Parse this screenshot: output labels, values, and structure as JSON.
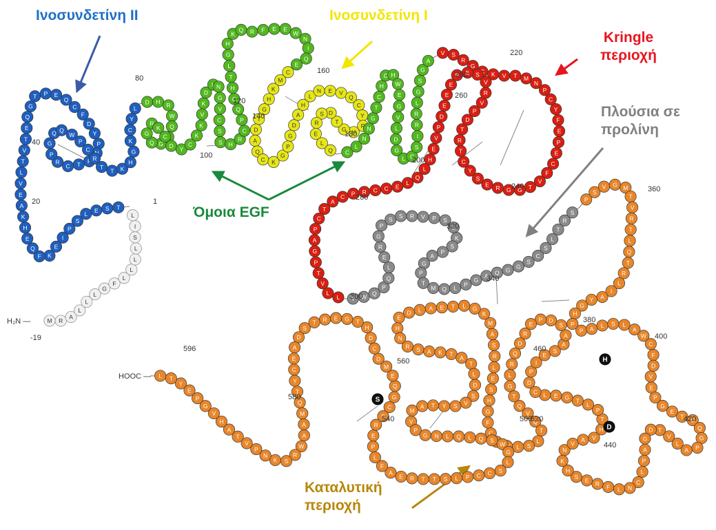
{
  "colors": {
    "fibronectin_ii": "#1f5fbf",
    "fibronectin_i": "#e6e619",
    "egf": "#52b81f",
    "kringle": "#d81f12",
    "proline_rich": "#8a8a8a",
    "catalytic": "#e8862a",
    "signal": "#f0f0f0",
    "label_fn2": "#1f6fc6",
    "label_fn1": "#f2e600",
    "label_kringle": "#e8141e",
    "label_proline": "#808080",
    "label_egf": "#1a8a3c",
    "label_catalytic": "#b8860b"
  },
  "labels": {
    "fibronectin_ii": "Ινοσυνδετίνη ΙΙ",
    "fibronectin_i": "Ινοσυνδετίνη Ι",
    "kringle": "Kringle\nπεριοχή",
    "proline_rich": "Πλούσια σε\nπρολίνη",
    "egf_like": "Όμοια EGF",
    "catalytic": "Καταλυτική\nπεριοχή"
  },
  "termini": {
    "n_term": "H₂N",
    "c_term": "HOOC"
  },
  "residue_numbers": [
    "-19",
    "1",
    "20",
    "40",
    "80",
    "100",
    "120",
    "140",
    "160",
    "180",
    "200",
    "220",
    "240",
    "260",
    "260",
    "280",
    "300",
    "320",
    "340",
    "360",
    "380",
    "400",
    "420",
    "440",
    "460",
    "500",
    "520",
    "540",
    "560",
    "580",
    "596"
  ],
  "active_site_residues": [
    "H",
    "D",
    "S"
  ],
  "domains": [
    {
      "id": "signal",
      "name": "signal-peptide"
    },
    {
      "id": "fibronectin_ii",
      "name": "fibronectin-ii-domain"
    },
    {
      "id": "egf",
      "name": "egf-domain"
    },
    {
      "id": "fibronectin_i",
      "name": "fibronectin-i-domain"
    },
    {
      "id": "kringle",
      "name": "kringle-domain"
    },
    {
      "id": "proline_rich",
      "name": "proline-rich-domain"
    },
    {
      "id": "catalytic",
      "name": "catalytic-domain"
    }
  ],
  "residue_letters": "MRALLLGFLLLLSILTSELSPIEKFQEHKAEVLTVTEQGTPEQCFDYPNFTCRPGQQWPCRTTKHGKCYLDHRWQDGQGRKCDYCKKVKDLNGVCSSHRCPQCHTLGHKQRFEEWNIQECMKHGTDAQCKGPGDAHLNEVQCYRHGTDSRELQCLNNGTCHCHWEGVLDGLCSIRRLGSGAVSRGCKVTMNPCYFEPECFVTGGRESYCTRTDPVRVSEPEEEDPVEHLQLECCRPCATCPAGPTVLLTWQPQLERGPSSRVPSLKSPAGPTMQLPGAQGGSCSLTRSPSVGMTVRTLQTRLIAYGHPPALSLAWCFDVEPGETGQGPALVTDGAPLCNLFRESHKNVAVHTPLTGELCDPIESAASDPERDQRLGTQVQTLSLWYCFGHSELRSAMKGLTEALDEHNRSAKTATLDSVSYTAMVPGNLQLQSWGLSCCPLSTTREAFLPERSCGQEMDCDHTGERTSDAECYTQMAAWRSKNPVTAHVGPEYTLPHTHIEGASVQYVDPALMEEGGRTSSCQGDSGGPLVCHRDGKWHQLVGAWEGERGVCNAASEALKPKAFEGLYLRVSHS"
}
